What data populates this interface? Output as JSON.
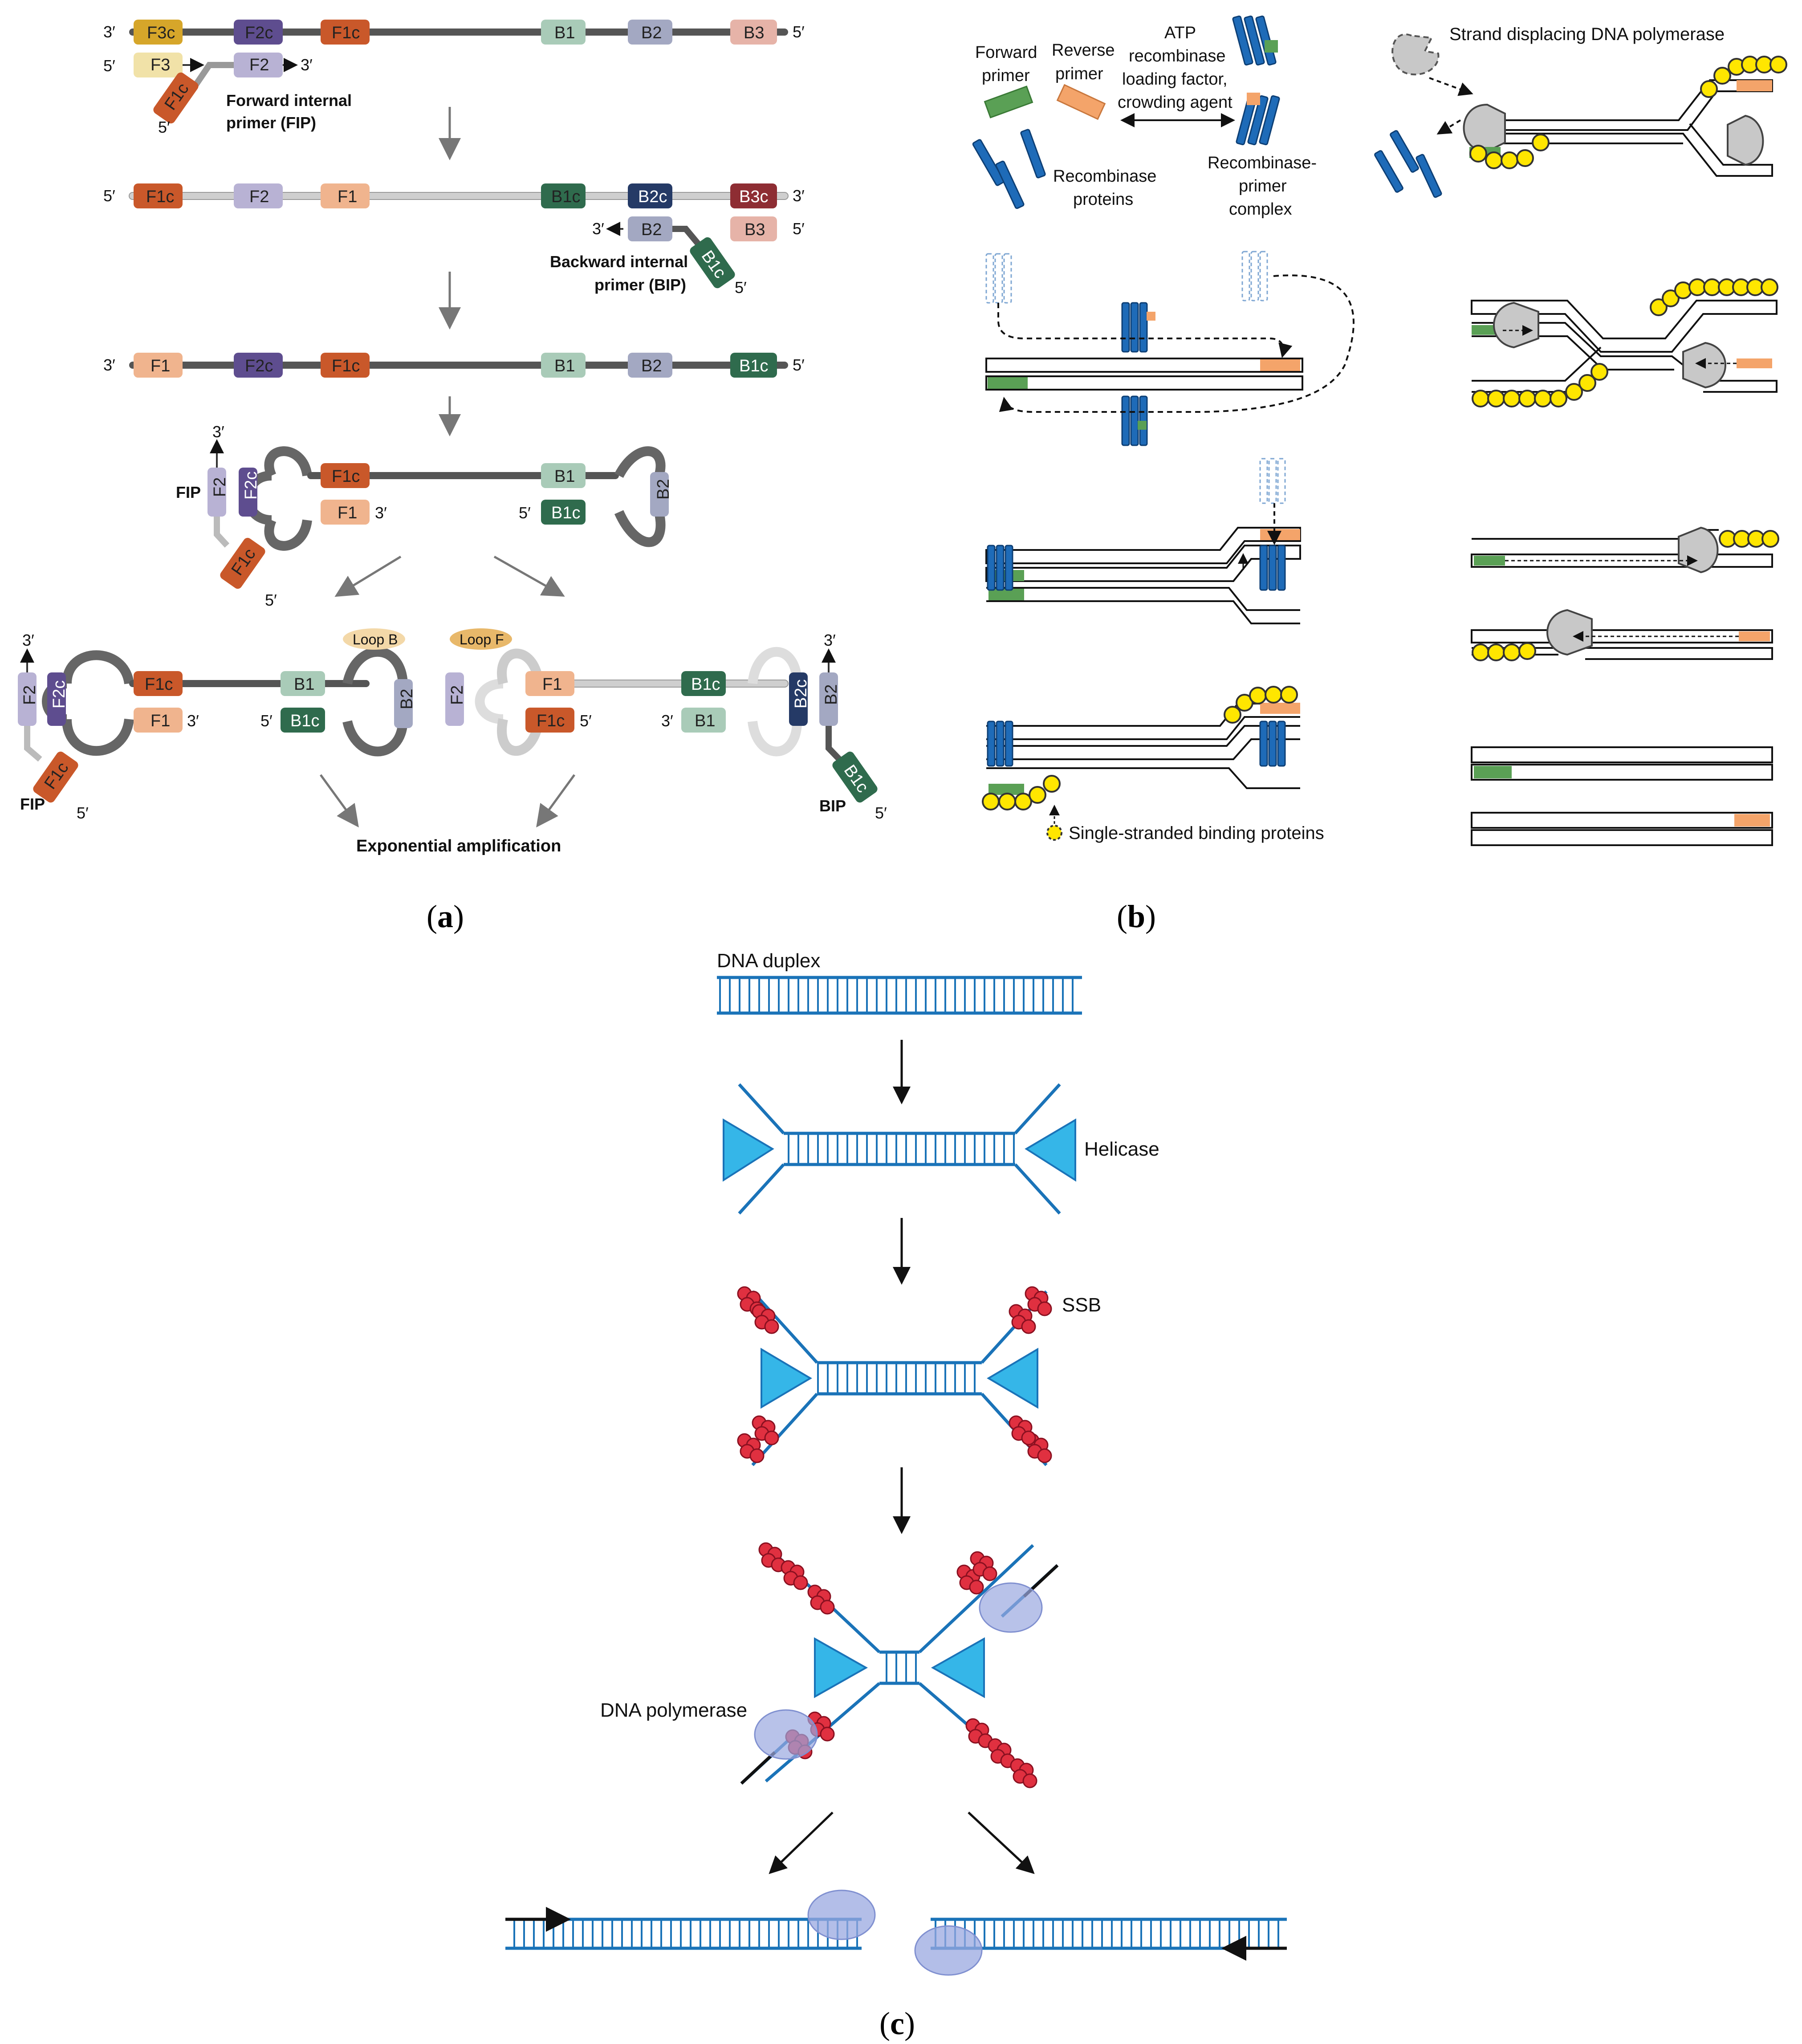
{
  "colors": {
    "F3c": "#d6a62a",
    "F3": "#f1e2a8",
    "F2c": "#5e4d8f",
    "F2": "#b8b2d4",
    "F1c": "#c9582a",
    "F1": "#f0b48e",
    "B1": "#a9cbb8",
    "B2": "#a3a8c2",
    "B3": "#e6b3a8",
    "B1c": "#2f6b4d",
    "B2c": "#253a66",
    "B3c": "#8e2d33",
    "recombinase": "#1e6bb8",
    "forward_primer": "#5aa055",
    "reverse_primer": "#f4a46a",
    "ssb_yellow": "#ffe600",
    "ssb_red": "#e03040",
    "dna_blue": "#1a73b8",
    "helicase": "#35b6e8",
    "polymerase": "#9aa8e0"
  },
  "panels": {
    "a": {
      "label_open": "(",
      "label_letter": "a",
      "label_close": ")",
      "row1": {
        "top_left": "3′",
        "top_right": "5′",
        "segments": [
          "F3c",
          "F2c",
          "F1c",
          "B1",
          "B2",
          "B3"
        ],
        "primer_left": "5′",
        "primer_f3": "F3",
        "primer_f2": "F2",
        "primer_3": "3′",
        "fip_tail": "F1c",
        "fip_5": "5′",
        "fip_label_1": "Forward internal",
        "fip_label_2": "primer (FIP)"
      },
      "row2": {
        "top_left": "5′",
        "top_right": "3′",
        "segments": [
          "F1c",
          "F2",
          "F1",
          "B1c",
          "B2c",
          "B3c"
        ],
        "primer_3": "3′",
        "primer_b2": "B2",
        "primer_b3": "B3",
        "primer_5": "5′",
        "bip_tail": "B1c",
        "bip_5": "5′",
        "bip_label_1": "Backward internal",
        "bip_label_2": "primer (BIP)"
      },
      "row3": {
        "top_left": "3′",
        "top_right": "5′",
        "segments": [
          "F1",
          "F2c",
          "F1c",
          "B1",
          "B2",
          "B1c"
        ]
      },
      "row4": {
        "fip": "FIP",
        "f2": "F2",
        "f2c": "F2c",
        "three": "3′",
        "f1c": "F1c",
        "f1": "F1",
        "f1_3": "3′",
        "b1": "B1",
        "b1c": "B1c",
        "b1c_5": "5′",
        "b2": "B2",
        "tail": "F1c",
        "tail_5": "5′"
      },
      "row5L": {
        "three": "3′",
        "f2": "F2",
        "f2c": "F2c",
        "f1c": "F1c",
        "f1": "F1",
        "f1_3": "3′",
        "b1": "B1",
        "b1c": "B1c",
        "b1c_5": "5′",
        "b2": "B2",
        "loop": "Loop B",
        "tail": "F1c",
        "fip": "FIP",
        "tail_5": "5′"
      },
      "row5R": {
        "three": "3′",
        "f2": "F2",
        "f1": "F1",
        "f1c": "F1c",
        "f1c_5": "5′",
        "b1c": "B1c",
        "b1": "B1",
        "b1_3": "3′",
        "b2c": "B2c",
        "b2": "B2",
        "loop": "Loop F",
        "tail": "B1c",
        "bip": "BIP",
        "tail_5": "5′"
      },
      "result": "Exponential amplification"
    },
    "b": {
      "label_open": "(",
      "label_letter": "b",
      "label_close": ")",
      "forward_primer_1": "Forward",
      "forward_primer_2": "primer",
      "reverse_primer_1": "Reverse",
      "reverse_primer_2": "primer",
      "atp_1": "ATP",
      "atp_2": "recombinase",
      "atp_3": "loading factor,",
      "atp_4": "crowding agent",
      "recombinase_1": "Recombinase",
      "recombinase_2": "proteins",
      "complex_1": "Recombinase-",
      "complex_2": "primer",
      "complex_3": "complex",
      "polymerase": "Strand displacing DNA polymerase",
      "ssb": "Single-stranded binding proteins"
    },
    "c": {
      "label_open": "(",
      "label_letter": "c",
      "label_close": ")",
      "duplex": "DNA duplex",
      "helicase": "Helicase",
      "ssb": "SSB",
      "polymerase": "DNA polymerase"
    }
  }
}
